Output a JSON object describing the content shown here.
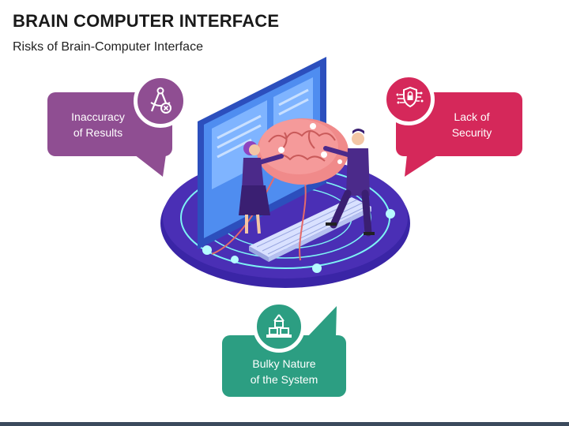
{
  "header": {
    "title": "BRAIN COMPUTER INTERFACE",
    "subtitle": "Risks of Brain-Computer Interface"
  },
  "risks": [
    {
      "label": "Inaccuracy\nof Results",
      "color": "#8f4e92",
      "icon": "compass-icon"
    },
    {
      "label": "Lack of\nSecurity",
      "color": "#d5285a",
      "icon": "shield-lock-icon"
    },
    {
      "label": "Bulky Nature\nof the System",
      "color": "#2c9e82",
      "icon": "boxes-icon"
    }
  ],
  "colors": {
    "title": "#1a1a1a",
    "platform": "#4a2fb5",
    "monitor": "#3d6ee0",
    "brain": "#f08a8a",
    "glow": "#7ef3f5",
    "footer": "#3b4a5c"
  }
}
